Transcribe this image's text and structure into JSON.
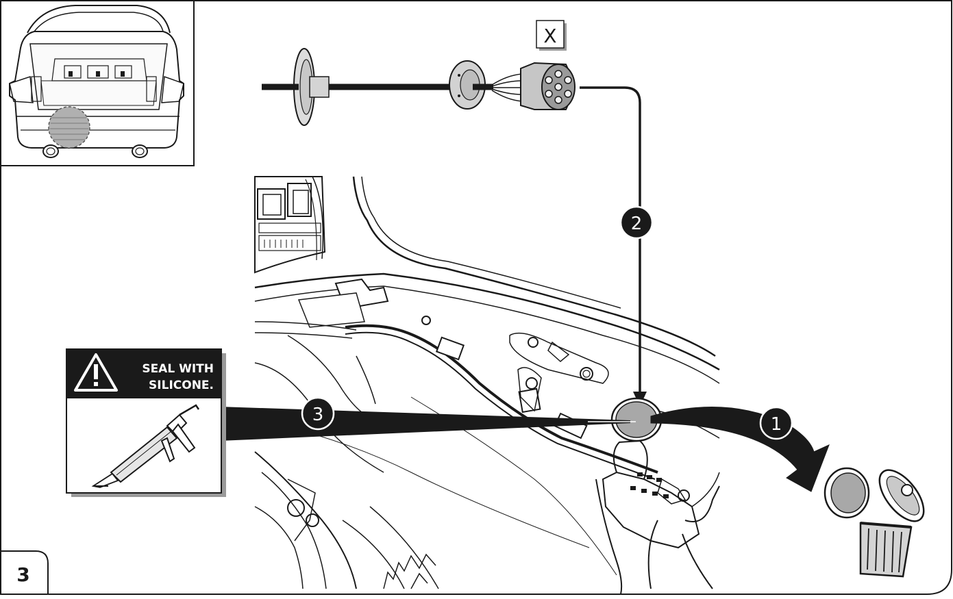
{
  "step_number": "3",
  "label_x": "X",
  "step_markers": [
    "1",
    "2",
    "3"
  ],
  "warning": {
    "line1": "SEAL WITH",
    "line2": "SILICONE."
  },
  "colors": {
    "ink": "#1a1a1a",
    "grommet_gray": "#a8a8a8",
    "panel_shadow": "#9a9a9a",
    "badge_fill": "#1a1a1a"
  }
}
